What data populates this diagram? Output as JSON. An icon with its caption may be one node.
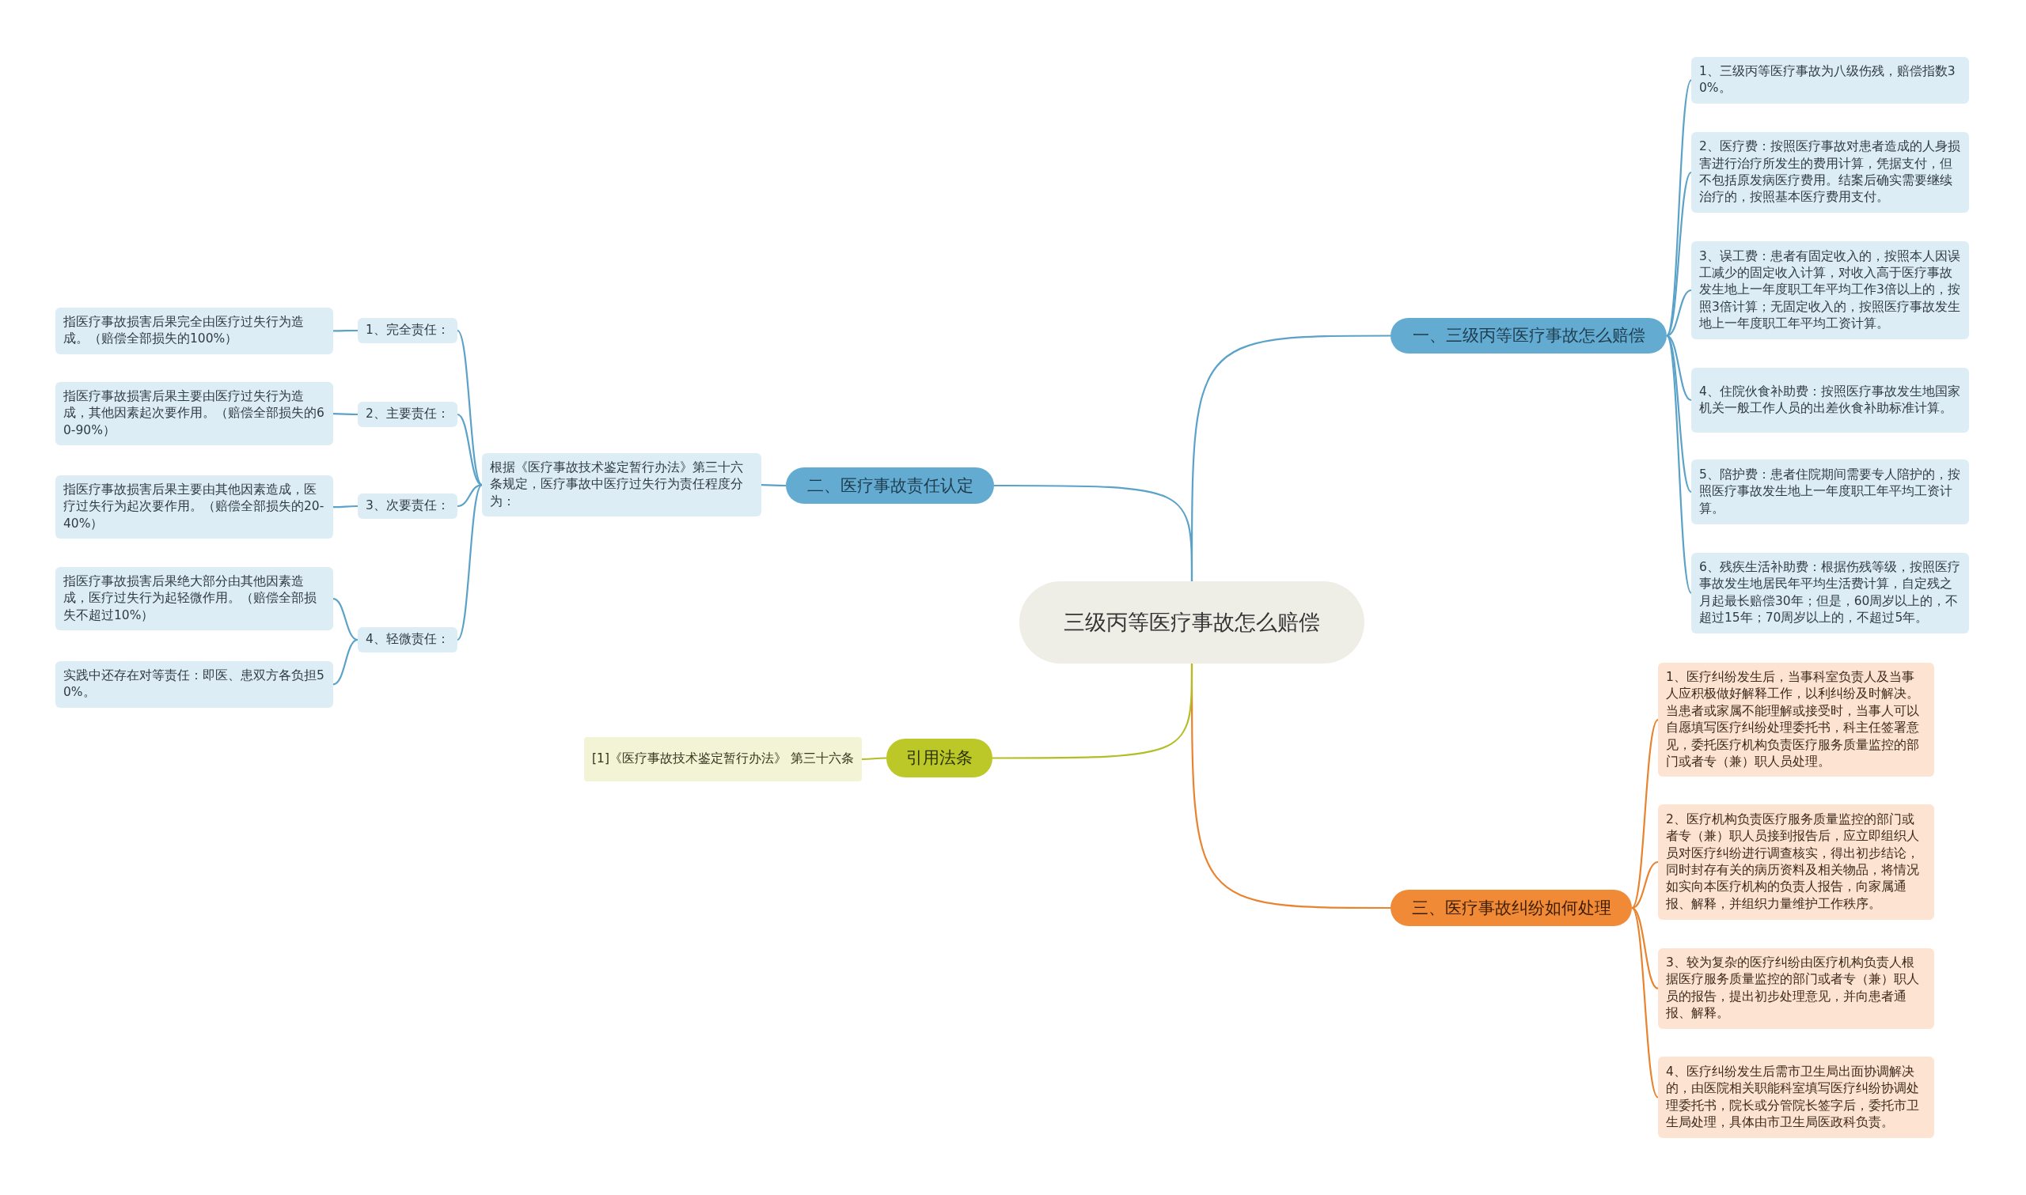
{
  "diagram": {
    "nodes": [
      {
        "text": [
          "三级丙等医疗事故怎么赔偿"
        ]
      },
      {
        "text": [
          "一、三级丙等医疗事故怎么赔偿"
        ]
      },
      {
        "text": [
          "1、三级丙等医疗事故为八级伤残，赔偿指数30%。"
        ]
      },
      {
        "text": [
          "2、医疗费：按照医疗事故对患者造成的人身损害进行治疗所发生的费用计算，凭据支付，但不包括原发病医疗费用。结案后确实需要继续治疗的，按照基本医疗费用支付。"
        ]
      },
      {
        "text": [
          "3、误工费：患者有固定收入的，按照本人因误工减少的固定收入计算，对收入高于医疗事故发生地上一年度职工年平均工作3倍以上的，按照3倍计算；无固定收入的，按照医疗事故发生地上一年度职工年平均工资计算。"
        ]
      },
      {
        "text": [
          "4、住院伙食补助费：按照医疗事故发生地国家机关一般工作人员的出差伙食补助标准计算。"
        ]
      },
      {
        "text": [
          "5、陪护费：患者住院期间需要专人陪护的，按照医疗事故发生地上一年度职工年平均工资计算。"
        ]
      },
      {
        "text": [
          "6、残疾生活补助费：根据伤残等级，按照医疗事故发生地居民年平均生活费计算，自定残之月起最长赔偿30年；但是，60周岁以上的，不超过15年；70周岁以上的，不超过5年。"
        ]
      },
      {
        "text": [
          "二、医疗事故责任认定"
        ]
      },
      {
        "text": [
          "根据《医疗事故技术鉴定暂行办法》第三十六条规定，医疗事故中医疗过失行为责任程度分为："
        ]
      },
      {
        "text": [
          "1、完全责任："
        ]
      },
      {
        "text": [
          "指医疗事故损害后果完全由医疗过失行为造成。（赔偿全部损失的100%）"
        ]
      },
      {
        "text": [
          "2、主要责任："
        ]
      },
      {
        "text": [
          "指医疗事故损害后果主要由医疗过失行为造成，其他因素起次要作用。（赔偿全部损失的60-90%）"
        ]
      },
      {
        "text": [
          "3、次要责任："
        ]
      },
      {
        "text": [
          "指医疗事故损害后果主要由其他因素造成，医疗过失行为起次要作用。（赔偿全部损失的20-40%）"
        ]
      },
      {
        "text": [
          "4、轻微责任："
        ]
      },
      {
        "text": [
          "指医疗事故损害后果绝大部分由其他因素造成，医疗过失行为起轻微作用。（赔偿全部损失不超过10%）"
        ]
      },
      {
        "text": [
          "实践中还存在对等责任：即医、患双方各负担50%。"
        ]
      },
      {
        "text": [
          "三、医疗事故纠纷如何处理"
        ]
      },
      {
        "text": [
          "1、医疗纠纷发生后，当事科室负责人及当事人应积极做好解释工作，以利纠纷及时解决。当患者或家属不能理解或接受时，当事人可以自愿填写医疗纠纷处理委托书，科主任签署意见，委托医疗机构负责医疗服务质量监控的部门或者专（兼）职人员处理。"
        ]
      },
      {
        "text": [
          "2、医疗机构负责医疗服务质量监控的部门或者专（兼）职人员接到报告后，应立即组织人员对医疗纠纷进行调查核实，得出初步结论，同时封存有关的病历资料及相关物品，将情况如实向本医疗机构的负责人报告，向家属通报、解释，并组织力量维护工作秩序。"
        ]
      },
      {
        "text": [
          "3、较为复杂的医疗纠纷由医疗机构负责人根据医疗服务质量监控的部门或者专（兼）职人员的报告，提出初步处理意见，并向患者通报、解释。"
        ]
      },
      {
        "text": [
          "4、医疗纠纷发生后需市卫生局出面协调解决的，由医院相关职能科室填写医疗纠纷协调处理委托书，院长或分管院长签字后，委托市卫生局处理，具体由市卫生局医政科负责。"
        ]
      },
      {
        "text": [
          "引用法条"
        ]
      },
      {
        "text": [
          "[1]《医疗事故技术鉴定暂行办法》 第三十六条"
        ]
      }
    ],
    "edges": [
      {
        "from": 0,
        "to": 1,
        "arrow": "none"
      },
      {
        "from": 1,
        "to": 2,
        "arrow": "none"
      },
      {
        "from": 1,
        "to": 3,
        "arrow": "none"
      },
      {
        "from": 1,
        "to": 4,
        "arrow": "none"
      },
      {
        "from": 1,
        "to": 5,
        "arrow": "none"
      },
      {
        "from": 1,
        "to": 6,
        "arrow": "none"
      },
      {
        "from": 1,
        "to": 7,
        "arrow": "none"
      },
      {
        "from": 0,
        "to": 8,
        "arrow": "none"
      },
      {
        "from": 8,
        "to": 9,
        "arrow": "none"
      },
      {
        "from": 9,
        "to": 10,
        "arrow": "none"
      },
      {
        "from": 10,
        "to": 11,
        "arrow": "none"
      },
      {
        "from": 9,
        "to": 12,
        "arrow": "none"
      },
      {
        "from": 12,
        "to": 13,
        "arrow": "none"
      },
      {
        "from": 9,
        "to": 14,
        "arrow": "none"
      },
      {
        "from": 14,
        "to": 15,
        "arrow": "none"
      },
      {
        "from": 9,
        "to": 16,
        "arrow": "none"
      },
      {
        "from": 16,
        "to": 17,
        "arrow": "none"
      },
      {
        "from": 16,
        "to": 18,
        "arrow": "none"
      },
      {
        "from": 0,
        "to": 19,
        "arrow": "none",
        "color": "#e8832f"
      },
      {
        "from": 19,
        "to": 20,
        "arrow": "none",
        "color": "#e8832f"
      },
      {
        "from": 19,
        "to": 21,
        "arrow": "none",
        "color": "#e8832f"
      },
      {
        "from": 19,
        "to": 22,
        "arrow": "none",
        "color": "#e8832f"
      },
      {
        "from": 19,
        "to": 23,
        "arrow": "none",
        "color": "#e8832f"
      },
      {
        "from": 0,
        "to": 24,
        "arrow": "none",
        "color": "#b3be24"
      },
      {
        "from": 24,
        "to": 25,
        "arrow": "none",
        "color": "#b3be24"
      }
    ]
  }
}
